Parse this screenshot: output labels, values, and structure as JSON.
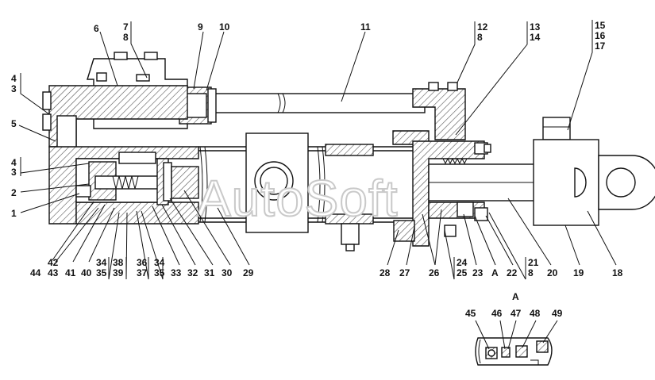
{
  "watermark": "AutoSoft",
  "colors": {
    "ink": "#111111",
    "hatch": "#555555",
    "background": "#ffffff",
    "watermark_outline": "#c9c9c9"
  },
  "labels": {
    "l6": "6",
    "l7": "7",
    "l8a": "8",
    "l9": "9",
    "l10": "10",
    "l11": "11",
    "l12": "12",
    "l8b": "8",
    "l13": "13",
    "l14": "14",
    "l15": "15",
    "l16": "16",
    "l17": "17",
    "l4a": "4",
    "l3a": "3",
    "l5": "5",
    "l4b": "4",
    "l3b": "3",
    "l2": "2",
    "l1": "1",
    "l42": "42",
    "l44": "44",
    "l43": "43",
    "l41": "41",
    "l40": "40",
    "l34a": "34",
    "l38": "38",
    "l35a": "35",
    "l39": "39",
    "l36": "36",
    "l34b": "34",
    "l37": "37",
    "l35b": "35",
    "l33": "33",
    "l32": "32",
    "l31": "31",
    "l30": "30",
    "l29": "29",
    "l28": "28",
    "l27": "27",
    "l26": "26",
    "l24": "24",
    "l25": "25",
    "l23": "23",
    "lA1": "A",
    "l22": "22",
    "l21": "21",
    "l8c": "8",
    "l20": "20",
    "l19": "19",
    "l18": "18",
    "lA2": "A",
    "l45": "45",
    "l46": "46",
    "l47": "47",
    "l48": "48",
    "l49": "49"
  }
}
